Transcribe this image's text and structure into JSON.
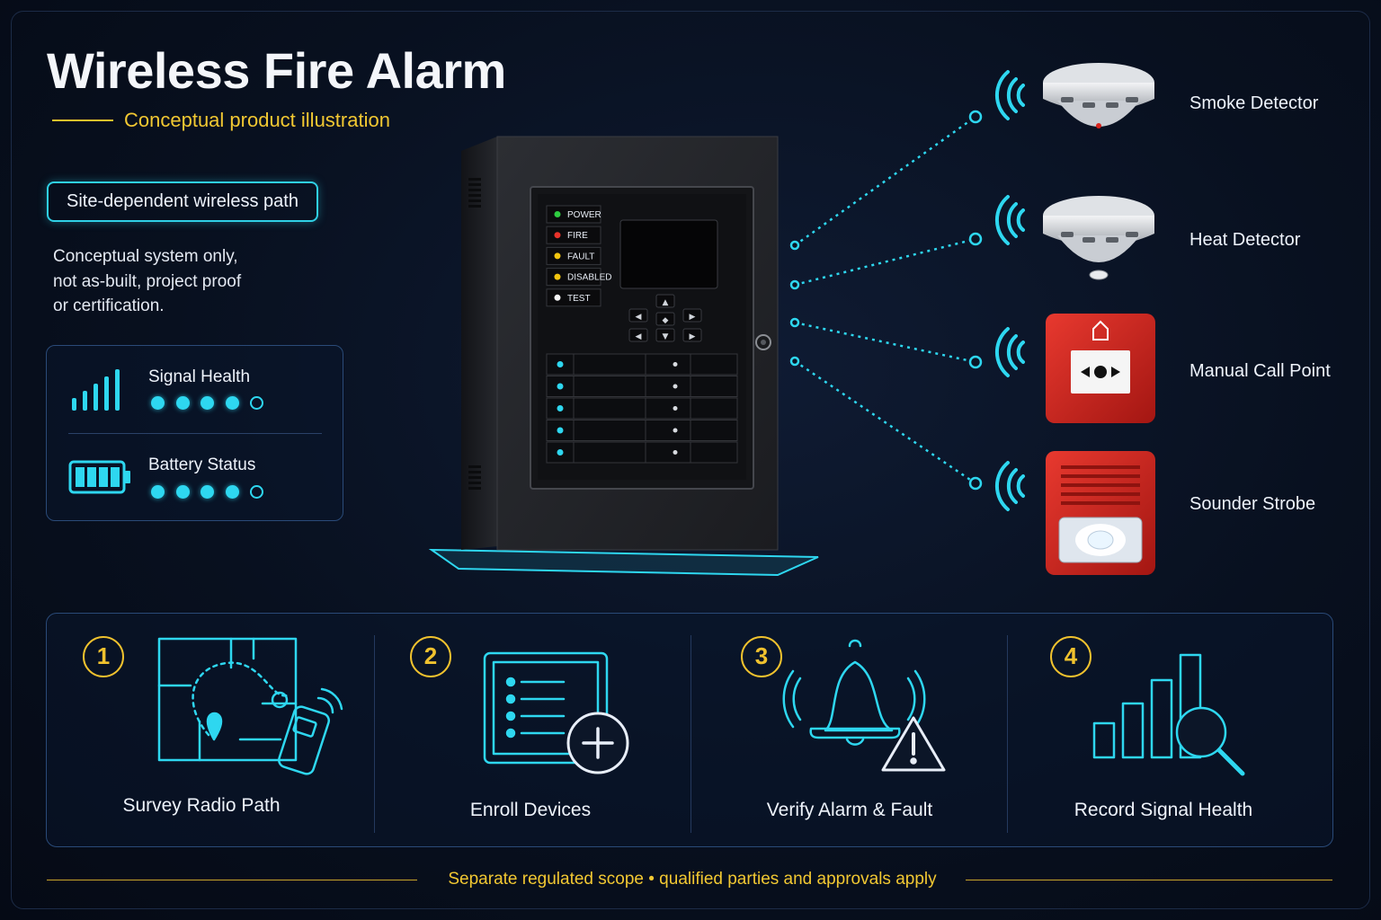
{
  "header": {
    "title": "Wireless Fire Alarm",
    "subtitle": "Conceptual product illustration"
  },
  "badge": {
    "label": "Site-dependent wireless path"
  },
  "disclaimer": {
    "lines": [
      "Conceptual system only,",
      "not as-built, project proof",
      "or certification."
    ]
  },
  "status": {
    "signal": {
      "label": "Signal Health",
      "level": 4,
      "max": 5
    },
    "battery": {
      "label": "Battery Status",
      "level": 4,
      "max": 5
    }
  },
  "panel": {
    "indicators": [
      {
        "label": "POWER",
        "color": "#2ecc40"
      },
      {
        "label": "FIRE",
        "color": "#e8322a"
      },
      {
        "label": "FAULT",
        "color": "#f2c50f"
      },
      {
        "label": "DISABLED",
        "color": "#f2c50f"
      },
      {
        "label": "TEST",
        "color": "#f5f5f5"
      }
    ]
  },
  "devices": [
    {
      "label": "Smoke Detector",
      "icon": "smoke-detector-icon"
    },
    {
      "label": "Heat Detector",
      "icon": "heat-detector-icon"
    },
    {
      "label": "Manual Call Point",
      "icon": "manual-call-point-icon"
    },
    {
      "label": "Sounder Strobe",
      "icon": "sounder-strobe-icon"
    }
  ],
  "steps": [
    {
      "number": "1",
      "label": "Survey Radio Path",
      "icon": "site-map-radio-icon"
    },
    {
      "number": "2",
      "label": "Enroll Devices",
      "icon": "device-list-add-icon"
    },
    {
      "number": "3",
      "label": "Verify Alarm & Fault",
      "icon": "bell-warning-icon"
    },
    {
      "number": "4",
      "label": "Record Signal Health",
      "icon": "bar-chart-search-icon"
    }
  ],
  "footer": {
    "text": "Separate regulated scope  •  qualified parties and approvals apply"
  },
  "colors": {
    "accent": "#2ed7f0",
    "highlight": "#f0c22e",
    "alarm_red": "#d8231c"
  }
}
